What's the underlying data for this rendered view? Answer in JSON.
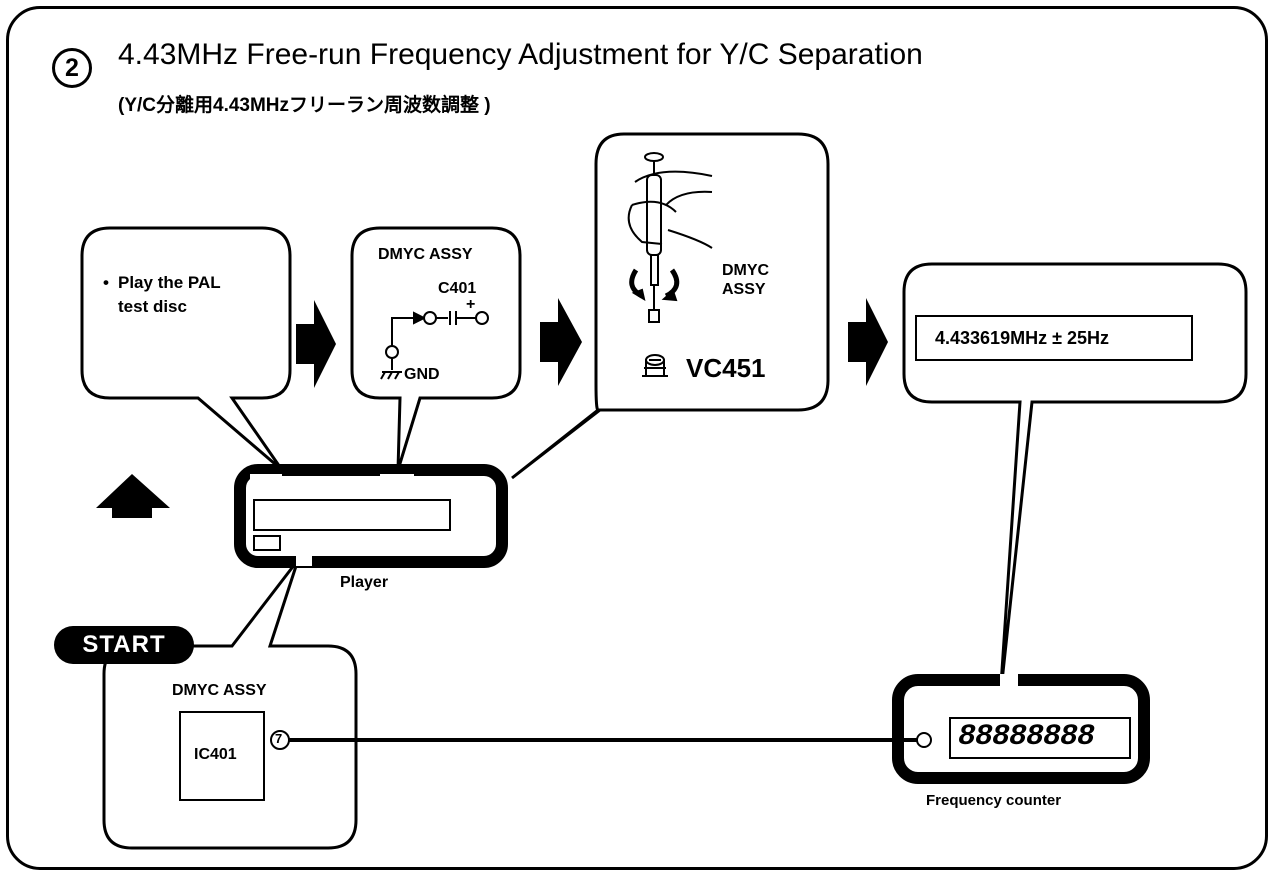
{
  "header": {
    "step_number": "2",
    "title": "4.43MHz Free-run Frequency Adjustment for Y/C Separation",
    "subtitle": "(Y/C分離用4.43MHzフリーラン周波数調整 )"
  },
  "step1": {
    "bullet": "•",
    "line1": "Play the PAL",
    "line2": "test disc"
  },
  "step2": {
    "board": "DMYC ASSY",
    "component": "C401",
    "plus": "+",
    "ground": "GND"
  },
  "step3": {
    "board_line1": "DMYC",
    "board_line2": "ASSY",
    "component": "VC451"
  },
  "step4": {
    "reading": "4.433619MHz ± 25Hz"
  },
  "player": {
    "label": "Player"
  },
  "start": {
    "badge": "START",
    "board": "DMYC ASSY",
    "ic": "IC401",
    "pin": "7"
  },
  "counter": {
    "display": "88888888",
    "label": "Frequency counter"
  }
}
